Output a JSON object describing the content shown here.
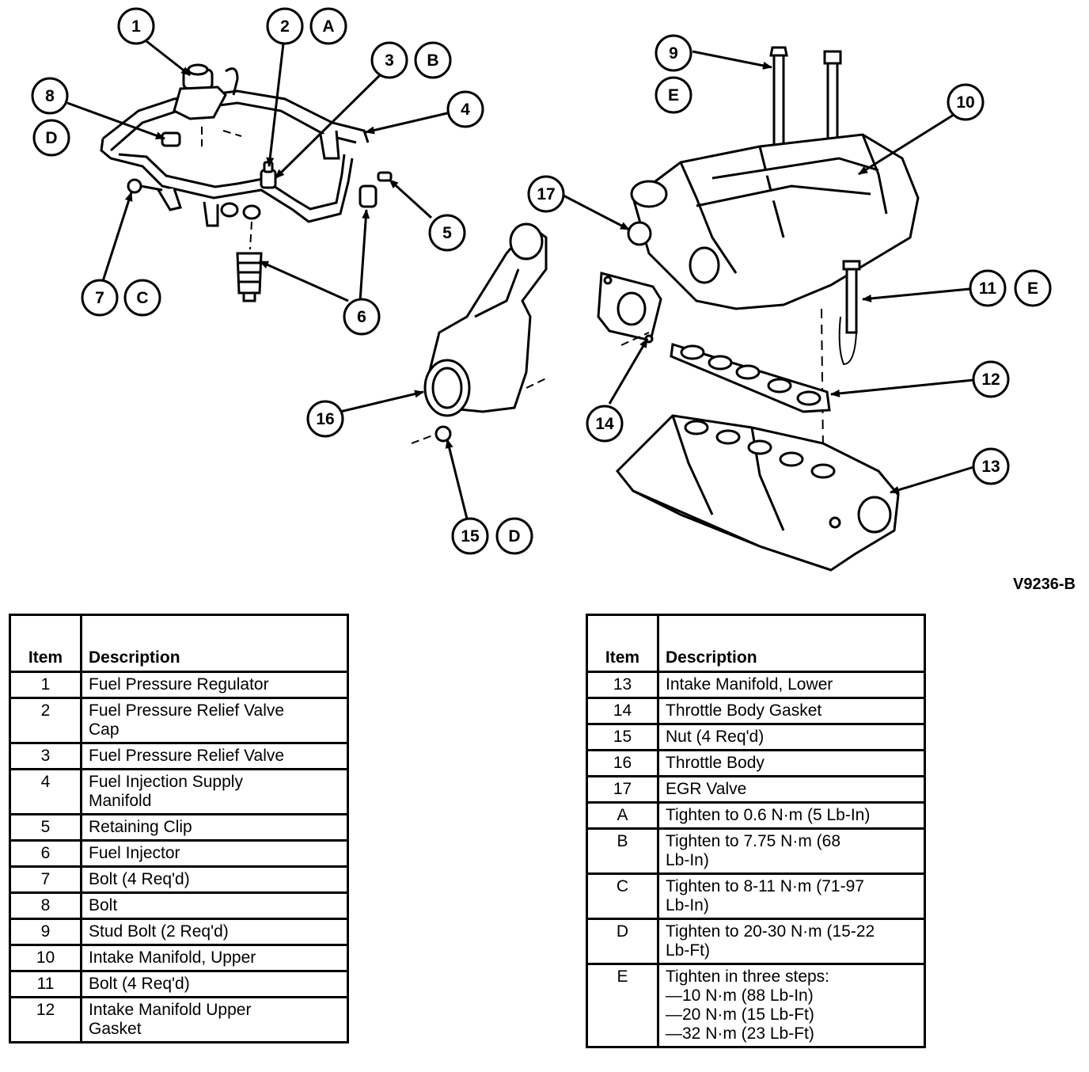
{
  "drawing_code": "V9236-B",
  "callouts": [
    {
      "id": "c1",
      "label": "1"
    },
    {
      "id": "c2",
      "label": "2"
    },
    {
      "id": "cA",
      "label": "A"
    },
    {
      "id": "c3",
      "label": "3"
    },
    {
      "id": "cB",
      "label": "B"
    },
    {
      "id": "c4",
      "label": "4"
    },
    {
      "id": "c8",
      "label": "8"
    },
    {
      "id": "cD1",
      "label": "D"
    },
    {
      "id": "c5",
      "label": "5"
    },
    {
      "id": "c7",
      "label": "7"
    },
    {
      "id": "cC",
      "label": "C"
    },
    {
      "id": "c6",
      "label": "6"
    },
    {
      "id": "c9",
      "label": "9"
    },
    {
      "id": "cE1",
      "label": "E"
    },
    {
      "id": "c10",
      "label": "10"
    },
    {
      "id": "c17",
      "label": "17"
    },
    {
      "id": "c11",
      "label": "11"
    },
    {
      "id": "cE2",
      "label": "E"
    },
    {
      "id": "c12",
      "label": "12"
    },
    {
      "id": "c16",
      "label": "16"
    },
    {
      "id": "c14",
      "label": "14"
    },
    {
      "id": "c13",
      "label": "13"
    },
    {
      "id": "c15",
      "label": "15"
    },
    {
      "id": "cD2",
      "label": "D"
    }
  ],
  "table_headers": {
    "item": "Item",
    "description": "Description"
  },
  "left_table": [
    {
      "item": "1",
      "description": "Fuel Pressure Regulator"
    },
    {
      "item": "2",
      "description": "Fuel Pressure Relief Valve\nCap"
    },
    {
      "item": "3",
      "description": "Fuel Pressure Relief Valve"
    },
    {
      "item": "4",
      "description": "Fuel Injection Supply\nManifold"
    },
    {
      "item": "5",
      "description": "Retaining Clip"
    },
    {
      "item": "6",
      "description": "Fuel Injector"
    },
    {
      "item": "7",
      "description": "Bolt (4 Req'd)"
    },
    {
      "item": "8",
      "description": "Bolt"
    },
    {
      "item": "9",
      "description": "Stud Bolt (2 Req'd)"
    },
    {
      "item": "10",
      "description": "Intake Manifold, Upper"
    },
    {
      "item": "11",
      "description": "Bolt (4 Req'd)"
    },
    {
      "item": "12",
      "description": "Intake Manifold Upper\nGasket"
    }
  ],
  "right_table": [
    {
      "item": "13",
      "description": "Intake Manifold, Lower"
    },
    {
      "item": "14",
      "description": "Throttle Body Gasket"
    },
    {
      "item": "15",
      "description": "Nut (4 Req'd)"
    },
    {
      "item": "16",
      "description": "Throttle Body"
    },
    {
      "item": "17",
      "description": "EGR Valve"
    },
    {
      "item": "A",
      "description": "Tighten to 0.6 N·m (5 Lb-In)"
    },
    {
      "item": "B",
      "description": "Tighten to 7.75 N·m (68\nLb-In)"
    },
    {
      "item": "C",
      "description": "Tighten to 8-11 N·m (71-97\nLb-In)"
    },
    {
      "item": "D",
      "description": "Tighten to 20-30 N·m (15-22\nLb-Ft)"
    },
    {
      "item": "E",
      "description": "Tighten in three steps:\n—10 N·m (88 Lb-In)\n—20 N·m (15 Lb-Ft)\n—32 N·m (23 Lb-Ft)"
    }
  ]
}
